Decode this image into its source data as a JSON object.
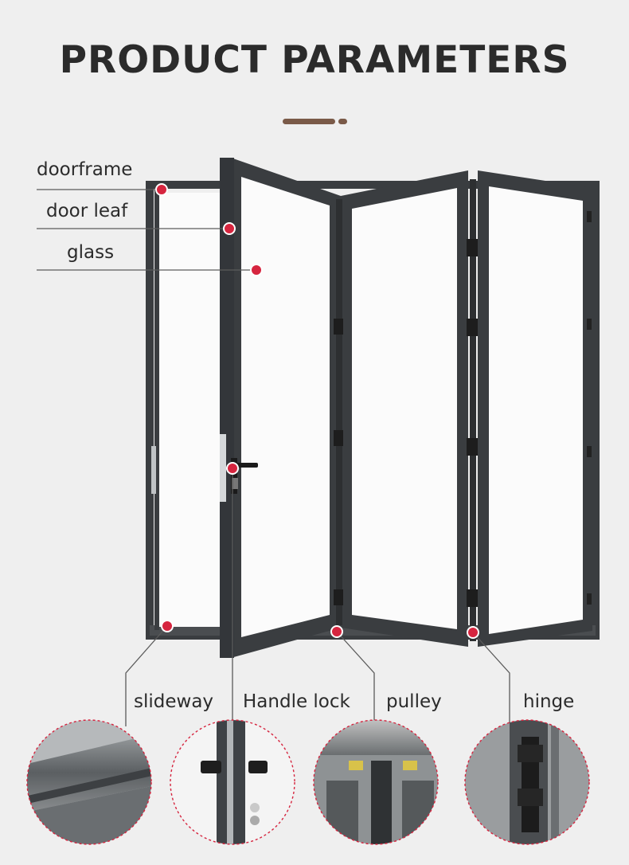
{
  "heading": {
    "title": "PRODUCT PARAMETERS",
    "accent_color": "#7a5a48"
  },
  "top_callouts": [
    {
      "key": "doorframe",
      "label": "doorframe"
    },
    {
      "key": "door-leaf",
      "label": "door leaf"
    },
    {
      "key": "glass",
      "label": "glass"
    }
  ],
  "bottom_callouts": [
    {
      "key": "slideway",
      "label": "slideway"
    },
    {
      "key": "handle-lock",
      "label": "Handle lock"
    },
    {
      "key": "pulley",
      "label": "pulley"
    },
    {
      "key": "hinge",
      "label": "hinge"
    }
  ],
  "colors": {
    "marker": "#d6253f",
    "frame": "#3a3d40",
    "glass": "#fbfbfb",
    "background": "#efefef"
  }
}
